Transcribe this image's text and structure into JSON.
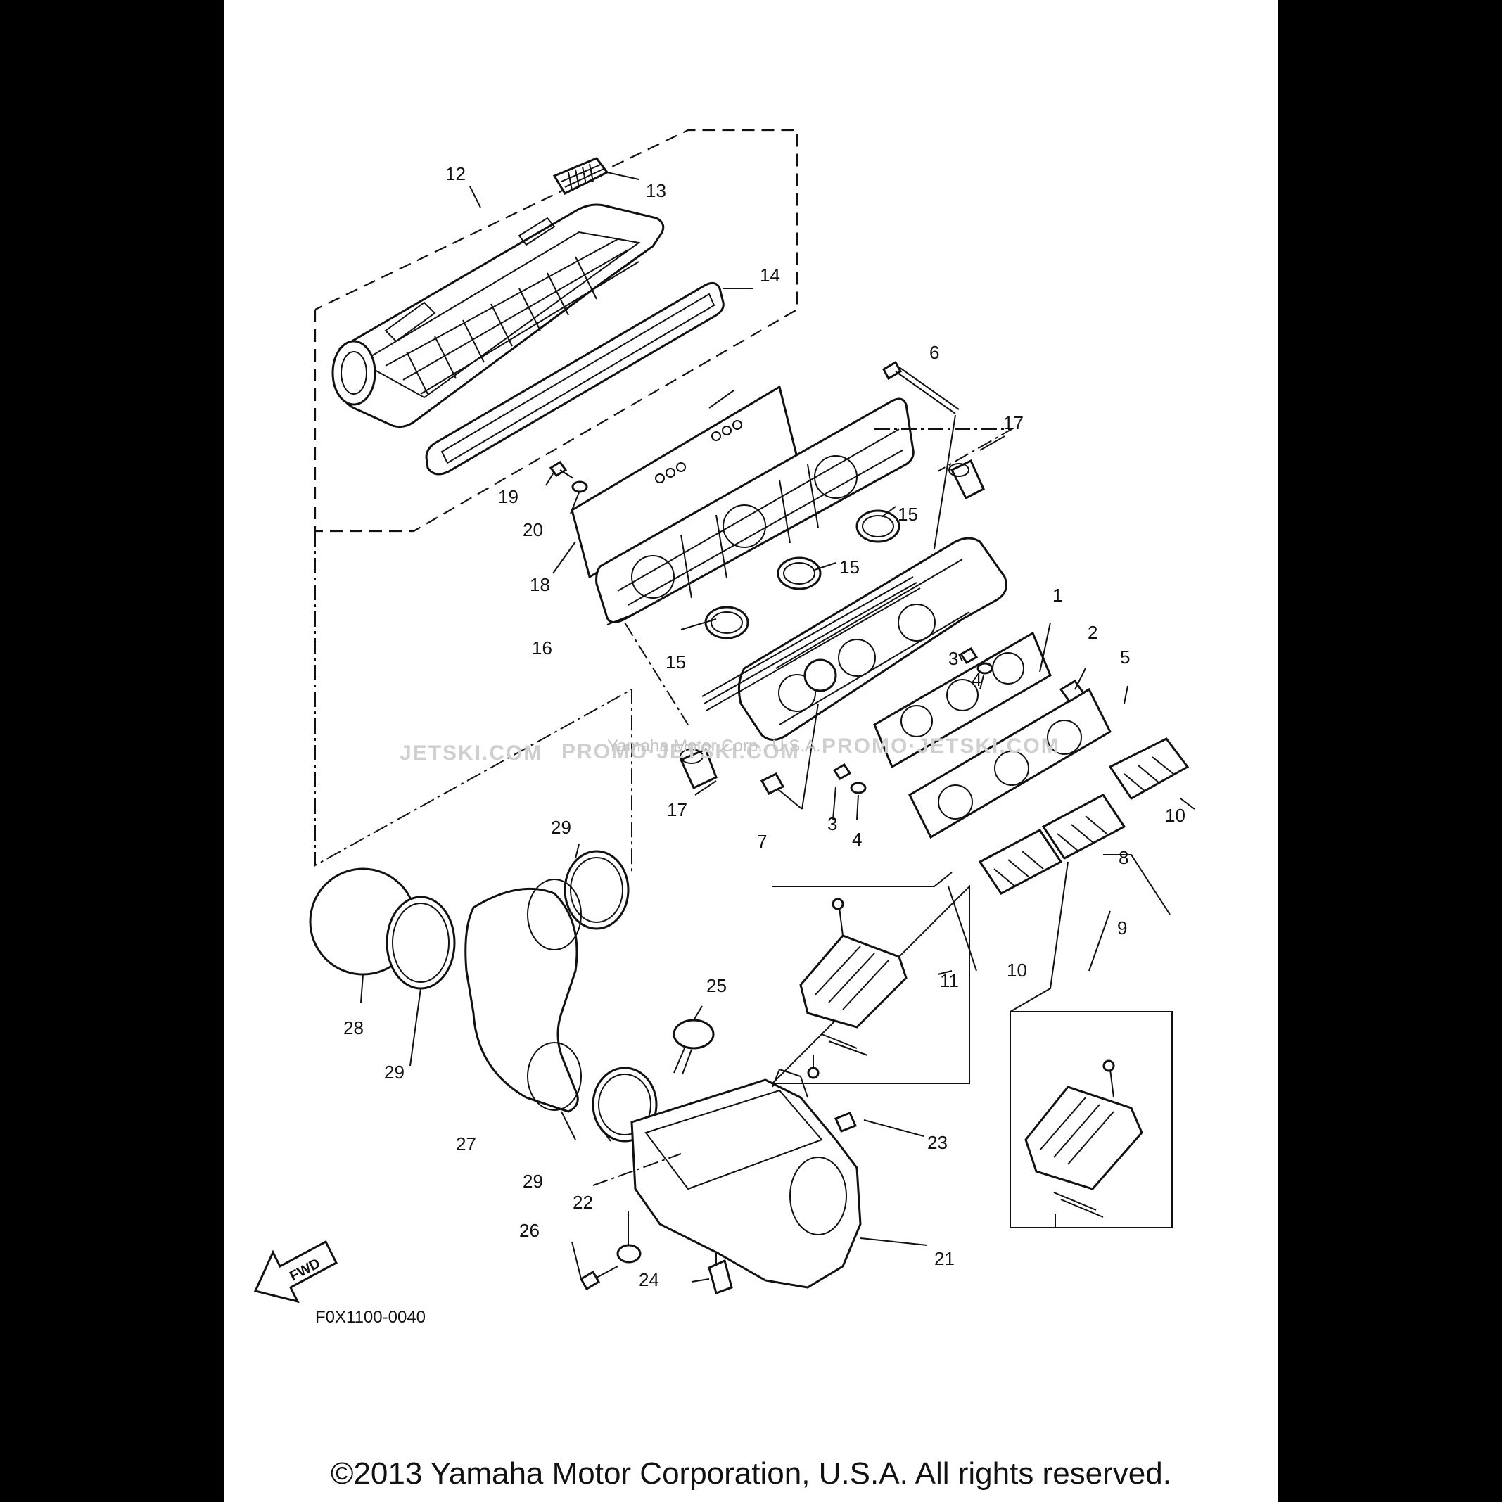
{
  "diagram": {
    "drawing_code": "F0X1100-0040",
    "watermarks": [
      "JETSKI.COM",
      "PROMO·JETSKI.COM",
      "PROMO·JETSKI.COM",
      "Yamaha Motor Corp., U.S.A."
    ],
    "fwd_label": "FWD",
    "callouts": [
      "1",
      "2",
      "3",
      "3",
      "4",
      "4",
      "5",
      "6",
      "7",
      "8",
      "9",
      "10",
      "10",
      "11",
      "12",
      "13",
      "14",
      "15",
      "15",
      "15",
      "16",
      "17",
      "17",
      "18",
      "19",
      "20",
      "21",
      "22",
      "23",
      "24",
      "25",
      "26",
      "27",
      "28",
      "29",
      "29",
      "29"
    ]
  },
  "footer": {
    "copyright": "©2013 Yamaha Motor Corporation, U.S.A. All rights reserved."
  }
}
